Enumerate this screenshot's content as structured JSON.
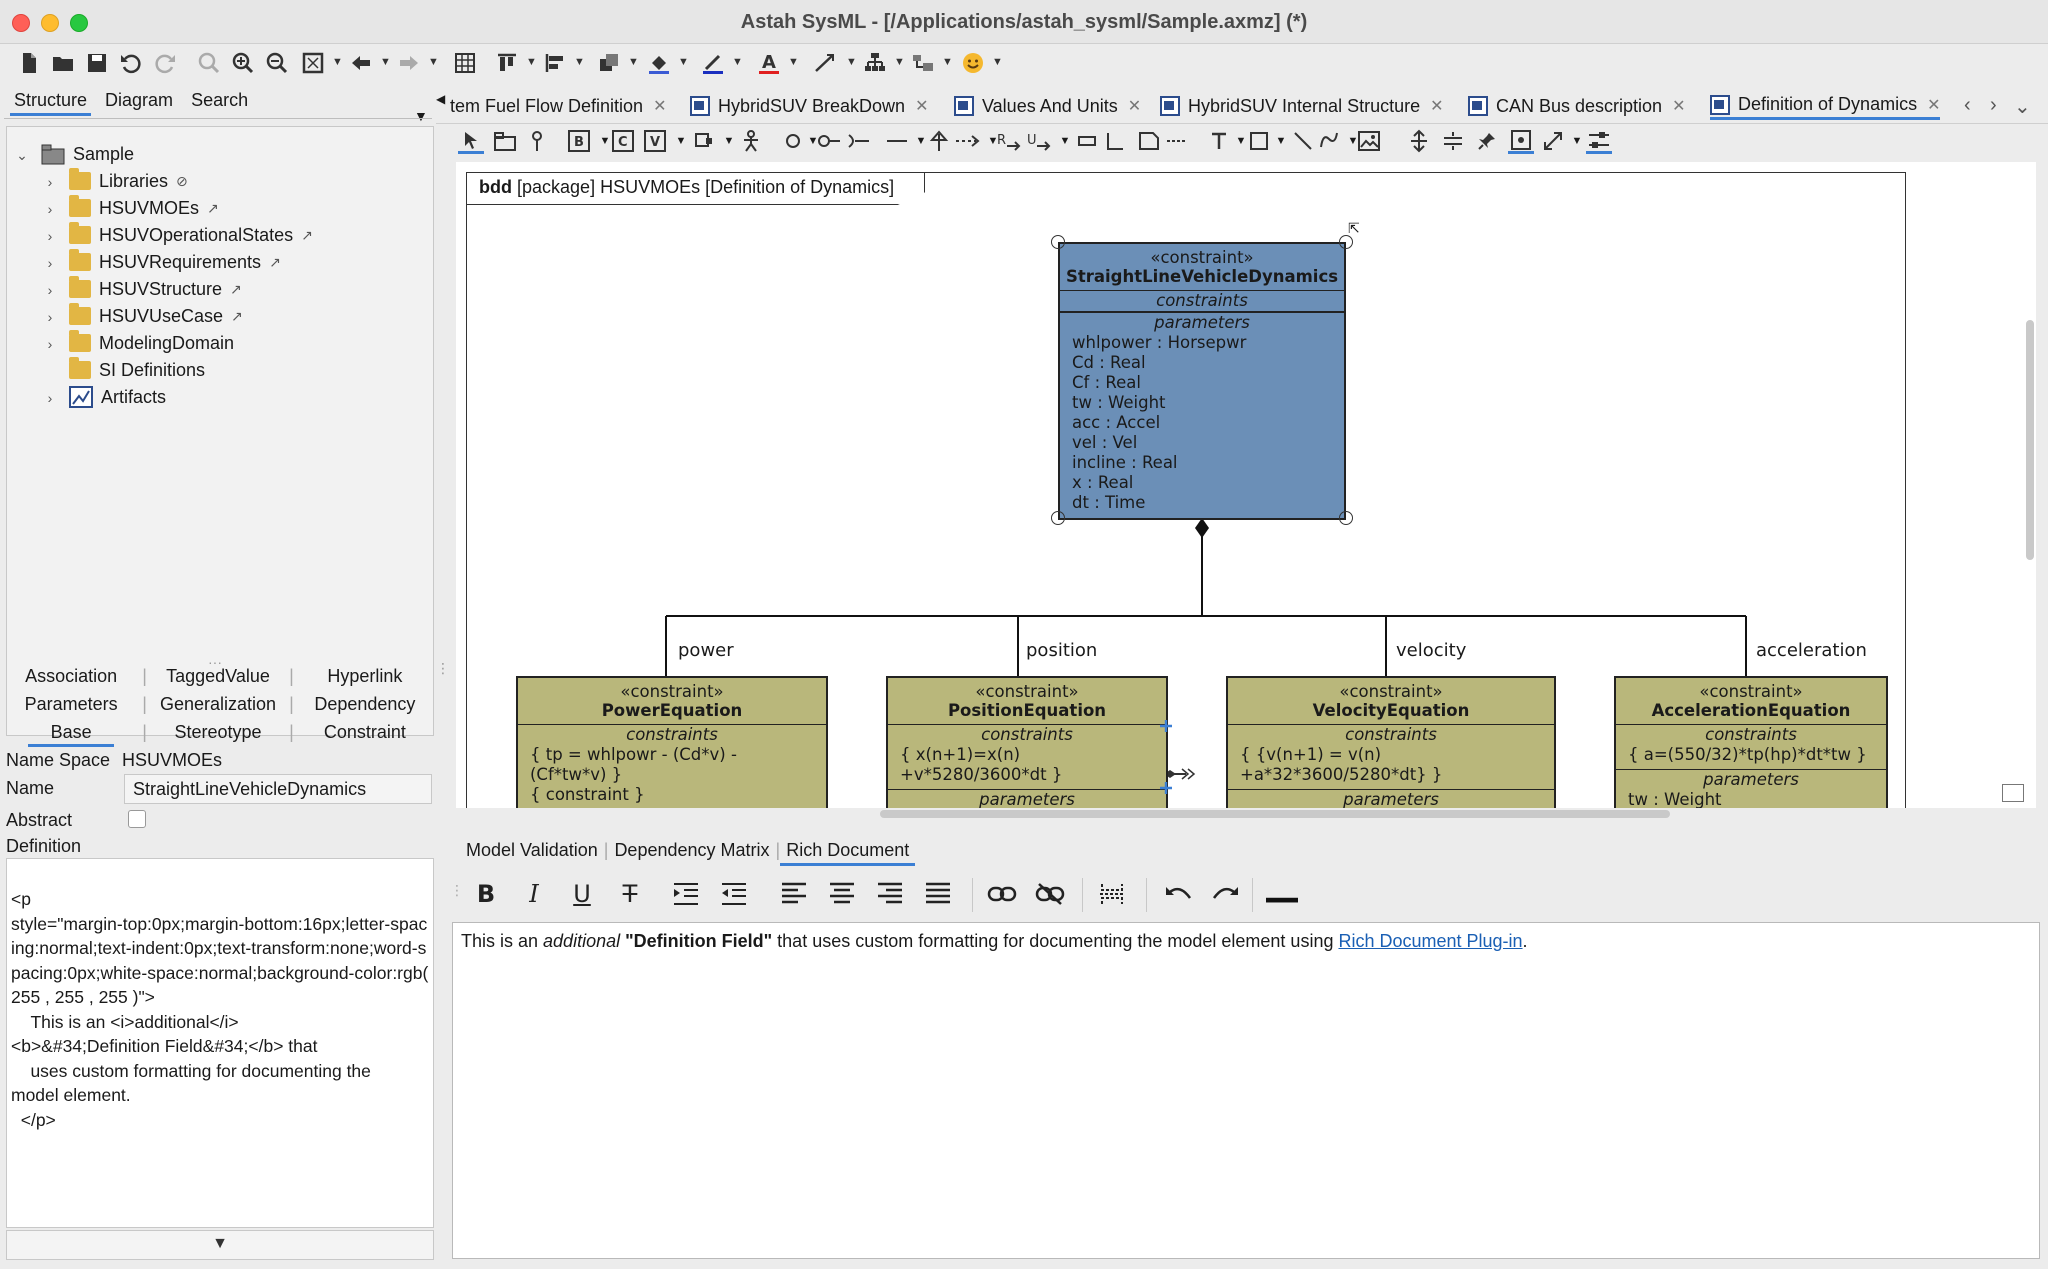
{
  "window": {
    "title": "Astah SysML - [/Applications/astah_sysml/Sample.axmz] (*)"
  },
  "left_panel": {
    "tabs": [
      "Structure",
      "Diagram",
      "Search"
    ],
    "tree": {
      "root": "Sample",
      "items": [
        {
          "label": "Libraries",
          "marker": "⊘"
        },
        {
          "label": "HSUVMOEs",
          "marker": "↗"
        },
        {
          "label": "HSUVOperationalStates",
          "marker": "↗"
        },
        {
          "label": "HSUVRequirements",
          "marker": "↗"
        },
        {
          "label": "HSUVStructure",
          "marker": "↗"
        },
        {
          "label": "HSUVUseCase",
          "marker": "↗"
        },
        {
          "label": "ModelingDomain",
          "marker": ""
        },
        {
          "label": "SI Definitions",
          "marker": ""
        },
        {
          "label": "Artifacts",
          "marker": ""
        }
      ]
    },
    "prop_tabs_row1": [
      "Association",
      "TaggedValue",
      "Hyperlink"
    ],
    "prop_tabs_row2": [
      "Parameters",
      "Generalization",
      "Dependency"
    ],
    "prop_tabs_row3": [
      "Base",
      "Stereotype",
      "Constraint"
    ],
    "props": {
      "namespace_label": "Name Space",
      "namespace_value": "HSUVMOEs",
      "name_label": "Name",
      "name_value": "StraightLineVehicleDynamics",
      "abstract_label": "Abstract",
      "definition_label": "Definition",
      "definition_text": "<p\nstyle=\"margin-top:0px;margin-bottom:16px;letter-spacing:normal;text-indent:0px;text-transform:none;word-spacing:0px;white-space:normal;background-color:rgb( 255 , 255 , 255 )\">\n    This is an <i>additional</i>\n<b>&#34;Definition Field&#34;</b> that\n    uses custom formatting for documenting the\nmodel element.\n  </p>"
    }
  },
  "diagram_tabs": [
    {
      "label": "tem Fuel Flow Definition",
      "active": false
    },
    {
      "label": "HybridSUV BreakDown",
      "active": false
    },
    {
      "label": "Values And Units",
      "active": false
    },
    {
      "label": "HybridSUV Internal Structure",
      "active": false
    },
    {
      "label": "CAN Bus description",
      "active": false
    },
    {
      "label": "Definition of Dynamics",
      "active": true
    }
  ],
  "diagram": {
    "frame_kind": "bdd",
    "frame_title": "[package] HSUVMOEs [Definition of Dynamics]",
    "main_block": {
      "stereotype": "«constraint»",
      "name": "StraightLineVehicleDynamics",
      "constraints_header": "constraints",
      "parameters_header": "parameters",
      "parameters": [
        "whlpower : Horsepwr",
        "Cd : Real",
        "Cf : Real",
        "tw : Weight",
        "acc : Accel",
        "vel : Vel",
        "incline : Real",
        "x : Real",
        "dt : Time"
      ]
    },
    "roles": [
      "power",
      "position",
      "velocity",
      "acceleration"
    ],
    "blocks": [
      {
        "stereotype": "«constraint»",
        "name": "PowerEquation",
        "constraints_header": "constraints",
        "lines": [
          "{ tp = whlpowr - (Cd*v) -",
          "(Cf*tw*v) }",
          "{ constraint }"
        ],
        "parameters_header": "",
        "params": []
      },
      {
        "stereotype": "«constraint»",
        "name": "PositionEquation",
        "constraints_header": "constraints",
        "lines": [
          "{ x(n+1)=x(n)",
          "+v*5280/3600*dt }"
        ],
        "parameters_header": "parameters",
        "params": []
      },
      {
        "stereotype": "«constraint»",
        "name": "VelocityEquation",
        "constraints_header": "constraints",
        "lines": [
          "{ {v(n+1) = v(n)",
          "+a*32*3600/5280*dt} }"
        ],
        "parameters_header": "parameters",
        "params": []
      },
      {
        "stereotype": "«constraint»",
        "name": "AccelerationEquation",
        "constraints_header": "constraints",
        "lines": [
          "{ a=(550/32)*tp(hp)*dt*tw }"
        ],
        "parameters_header": "parameters",
        "params": [
          "tw : Weight"
        ]
      }
    ],
    "colors": {
      "main_block": "#6b8fb7",
      "sub_block": "#b9b77b"
    }
  },
  "bottom_panel": {
    "tabs": [
      "Model Validation",
      "Dependency Matrix",
      "Rich Document"
    ],
    "active_tab": "Rich Document",
    "editor": {
      "pre": "This is an ",
      "italic": "additional",
      "space1": " ",
      "bold": "\"Definition Field\"",
      "mid": " that uses custom formatting for documenting the model element using ",
      "link": "Rich Document Plug-in",
      "post": "."
    }
  }
}
